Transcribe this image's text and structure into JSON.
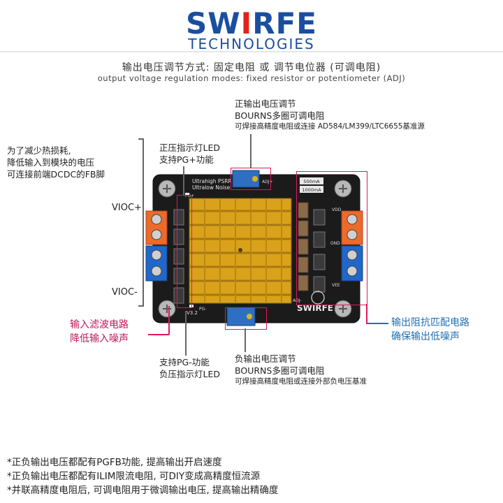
{
  "brand": {
    "name_part1": "SW",
    "name_i": "I",
    "name_part2": "RFE",
    "subtitle": "TECHNOLOGIES"
  },
  "title": {
    "cn": "输出电压调节方式: 固定电阻 或 调节电位器 (可调电阻)",
    "en": "output voltage regulation modes: fixed resistor or potentiometer (ADJ)"
  },
  "annotations": {
    "pos_adjust": {
      "line1": "正输出电压调节",
      "line2": "BOURNS多圈可调电阻",
      "line3": "可焊接高精度电阻或连接 AD584/LM399/LTC6655基准源"
    },
    "pg_plus": {
      "line1": "正压指示灯LED",
      "line2": "支持PG+功能"
    },
    "reduce_heat": {
      "line1": "为了减少热损耗,",
      "line2": "降低输入到模块的电压",
      "line3": "可连接前端DCDC的FB脚"
    },
    "vioc_plus": "VIOC+",
    "vioc_minus": "VIOC-",
    "input_filter": {
      "line1": "输入滤波电路",
      "line2": "降低输入噪声"
    },
    "output_match": {
      "line1": "输出阻抗匹配电路",
      "line2": "确保输出低噪声"
    },
    "pg_minus": {
      "line1": "支持PG-功能",
      "line2": "负压指示灯LED"
    },
    "neg_adjust": {
      "line1": "负输出电压调节",
      "line2": "BOURNS多圈可调电阻",
      "line3": "可焊接高精度电阻或连接外部负电压基准"
    }
  },
  "board": {
    "silk_top": "Ultrahigh PSRR",
    "silk_top2": "Ultralow Noise",
    "ma500": "500mA",
    "ma1000": "1000mA",
    "vdd": "VDD",
    "gnd": "GND",
    "vee": "VEE",
    "brand": "SWIRFE",
    "version": "V3.2",
    "adj_minus": "ADJ-",
    "adj_plus": "ADJ+",
    "pg_plus_silk": "PG+",
    "pg_minus_silk": "PG-"
  },
  "notes": [
    "*正负输出电压都配有PGFB功能, 提高输出开启速度",
    "*正负输出电压都配有ILIM限流电阻, 可DIY变成高精度恒流源",
    "*并联高精度电阻后, 可调电阻用于微调输出电压, 提高输出精确度"
  ],
  "colors": {
    "brand_blue": "#1a4fa0",
    "brand_red": "#e2231a",
    "callout_pink": "#d81b60",
    "callout_blue": "#1f6fb2",
    "heatsink_gold": "#d9a21a",
    "pcb_black": "#1b1b1b"
  }
}
